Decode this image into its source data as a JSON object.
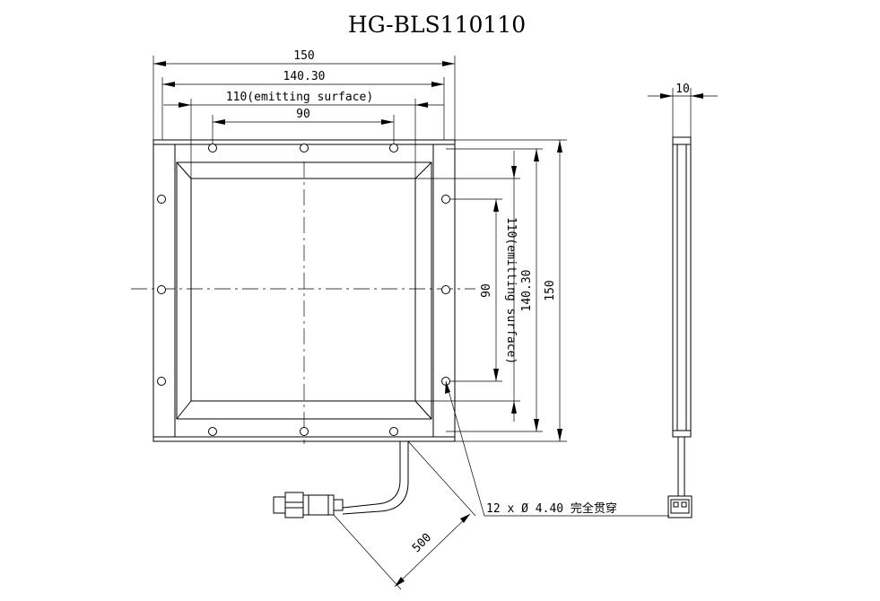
{
  "title": "HG-BLS110110",
  "dimensions": {
    "overall_width": "150",
    "frame_width": "140.30",
    "emitting_width": "110(emitting surface)",
    "hole_pitch_top": "90",
    "overall_height": "150",
    "frame_height": "140.30",
    "emitting_height": "110(emitting surface)",
    "hole_pitch_side": "90",
    "thickness": "10",
    "cable_length": "500",
    "hole_note": "12 x Ø 4.40 完全贯穿"
  }
}
